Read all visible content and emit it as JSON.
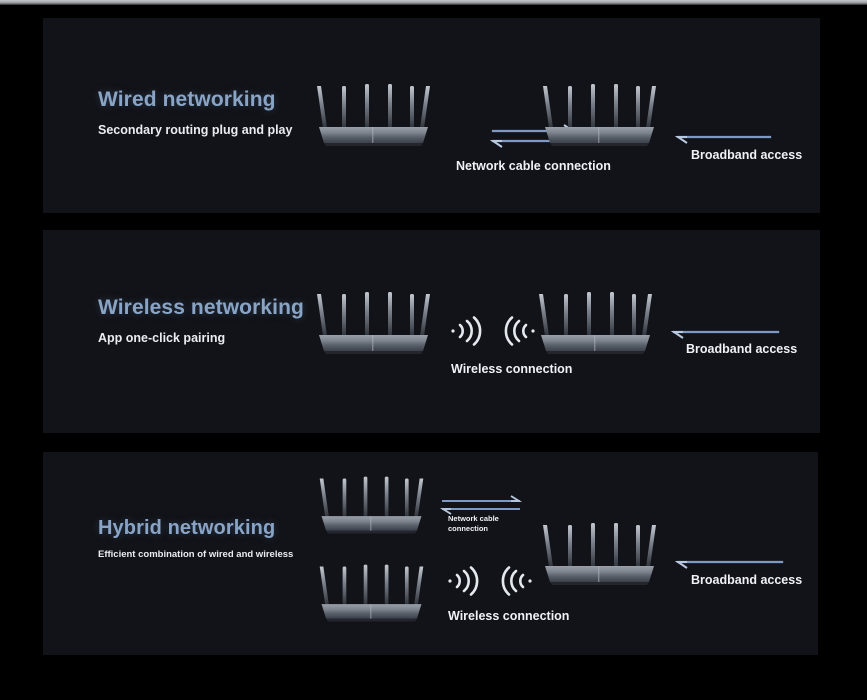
{
  "page": {
    "background": "#000000",
    "panel_background": "#121318",
    "title_color": "#8aa4c6",
    "text_color": "#e9ecf1",
    "arrow_color": "#7e9ac4"
  },
  "panels": [
    {
      "id": "wired",
      "title": "Wired networking",
      "subtitle": "Secondary routing plug and play",
      "devices": [
        {
          "name": "secondary-router",
          "label": "router"
        },
        {
          "name": "main-router",
          "label": "router"
        }
      ],
      "connections": [
        {
          "name": "network-cable",
          "label": "Network cable connection",
          "icon": "bidirectional-arrow-icon"
        },
        {
          "name": "broadband",
          "label": "Broadband access",
          "icon": "left-arrow-icon"
        }
      ]
    },
    {
      "id": "wireless",
      "title": "Wireless networking",
      "subtitle": "App one-click pairing",
      "devices": [
        {
          "name": "secondary-router",
          "label": "router"
        },
        {
          "name": "main-router",
          "label": "router"
        }
      ],
      "connections": [
        {
          "name": "wireless-link",
          "label": "Wireless connection",
          "icon": "wifi-signal-icon"
        },
        {
          "name": "broadband",
          "label": "Broadband access",
          "icon": "left-arrow-icon"
        }
      ]
    },
    {
      "id": "hybrid",
      "title": "Hybrid networking",
      "subtitle": "Efficient combination of wired and wireless",
      "devices": [
        {
          "name": "secondary-router-top",
          "label": "router"
        },
        {
          "name": "secondary-router-bottom",
          "label": "router"
        },
        {
          "name": "main-router",
          "label": "router"
        }
      ],
      "connections": [
        {
          "name": "network-cable",
          "label": "Network cable connection",
          "icon": "bidirectional-arrow-icon"
        },
        {
          "name": "wireless-link",
          "label": "Wireless connection",
          "icon": "wifi-signal-icon"
        },
        {
          "name": "broadband",
          "label": "Broadband access",
          "icon": "left-arrow-icon"
        }
      ]
    }
  ]
}
